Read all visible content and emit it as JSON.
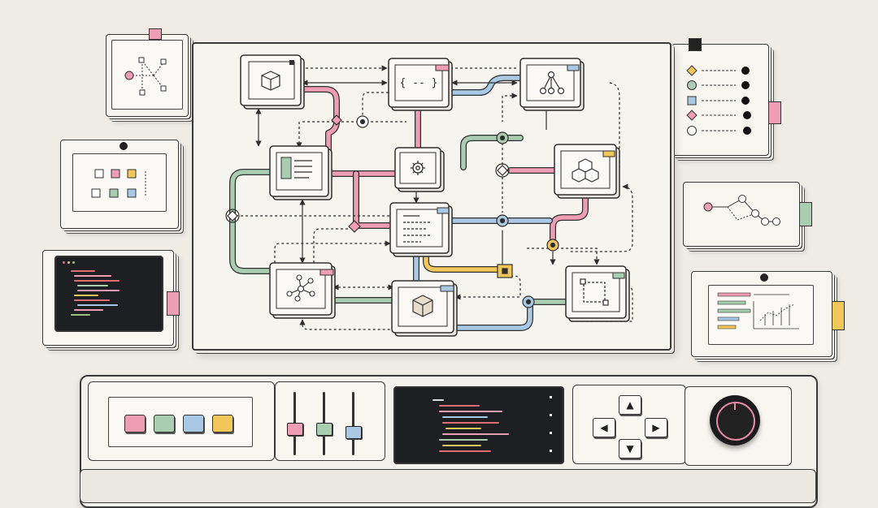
{
  "colors": {
    "pink": "#ee9db4",
    "green": "#a9cdb0",
    "blue": "#a9c8e4",
    "yellow": "#f2c75a",
    "ink": "#2f2f2f",
    "paper": "#f7f5f0",
    "background": "#efece6",
    "screen": "#1d1f22"
  },
  "nodes": [
    {
      "id": "cube-node",
      "icon": "cube-icon"
    },
    {
      "id": "code-braces-node",
      "icon": "code-braces-icon",
      "label": "{ -- }"
    },
    {
      "id": "tree-node",
      "icon": "tree-hierarchy-icon"
    },
    {
      "id": "document-node",
      "icon": "document-icon"
    },
    {
      "id": "settings-node",
      "icon": "gear-icon"
    },
    {
      "id": "blocks-node",
      "icon": "stacked-cubes-icon"
    },
    {
      "id": "text-list-node",
      "icon": "text-lines-icon"
    },
    {
      "id": "network-node",
      "icon": "network-graph-icon"
    },
    {
      "id": "package-node",
      "icon": "package-box-icon"
    },
    {
      "id": "frame-node",
      "icon": "selection-frame-icon"
    }
  ],
  "side_panels": {
    "left": [
      "graph-card",
      "color-grid-card",
      "code-screen-card"
    ],
    "right": [
      "legend-list-card",
      "graph-path-card",
      "bar-chart-card"
    ]
  },
  "legend": {
    "shapes": [
      "diamond",
      "circle",
      "square",
      "diamond",
      "circle"
    ],
    "shape_colors": [
      "#f2c75a",
      "#a9cdb0",
      "#a9c8e4",
      "#ee9db4",
      "#ffffff"
    ]
  },
  "console": {
    "buttons": [
      "#ee9db4",
      "#a9cdb0",
      "#a9c8e4",
      "#f2c75a"
    ],
    "sliders": [
      {
        "name": "pink-slider",
        "color": "#ee9db4",
        "level": 0.55
      },
      {
        "name": "green-slider",
        "color": "#a9cdb0",
        "level": 0.55
      },
      {
        "name": "blue-slider",
        "color": "#a9c8e4",
        "level": 0.6
      }
    ],
    "dpad": {
      "up": "▲",
      "down": "▼",
      "left": "◀",
      "right": "▶"
    }
  }
}
